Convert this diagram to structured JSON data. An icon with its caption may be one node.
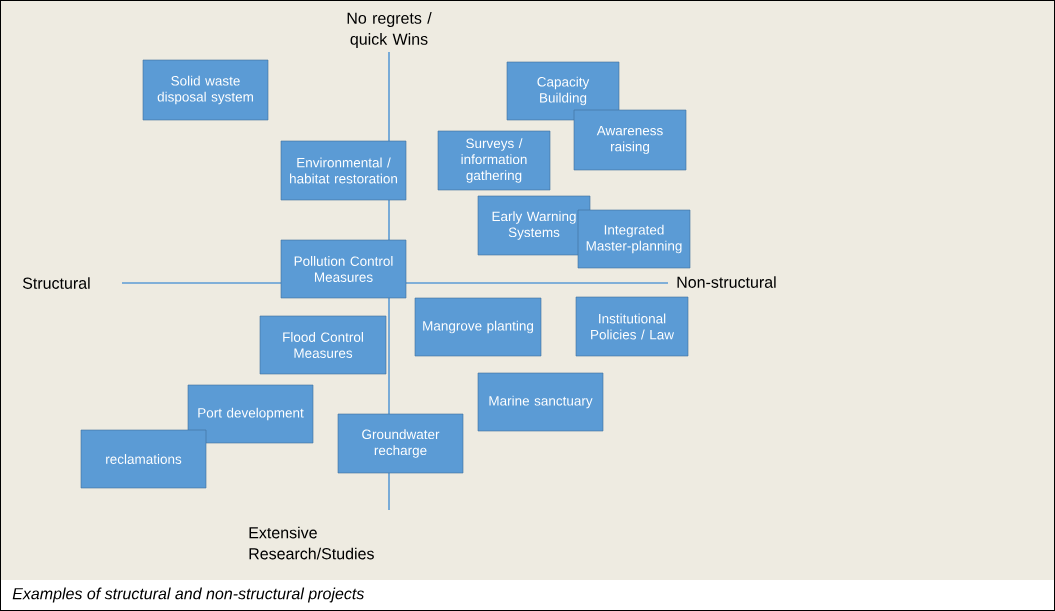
{
  "diagram": {
    "caption": "Examples of structural and non-structural projects",
    "nodes": [
      {
        "text": [
          "Solid waste disposal system"
        ]
      },
      {
        "text": [
          "Capacity Building"
        ]
      },
      {
        "text": [
          "Awareness raising"
        ]
      },
      {
        "text": [
          "Environmental / habitat restoration"
        ]
      },
      {
        "text": [
          "Surveys / information gathering"
        ]
      },
      {
        "text": [
          "Early Warning Systems"
        ]
      },
      {
        "text": [
          "Integrated Master-planning"
        ]
      },
      {
        "text": [
          "Pollution Control Measures"
        ]
      },
      {
        "text": [
          "Mangrove planting"
        ]
      },
      {
        "text": [
          "Institutional Policies / Law"
        ]
      },
      {
        "text": [
          "Flood Control Measures"
        ]
      },
      {
        "text": [
          "Marine sanctuary"
        ]
      },
      {
        "text": [
          "Port development"
        ]
      },
      {
        "text": [
          "Groundwater recharge"
        ]
      },
      {
        "text": [
          "reclamations"
        ]
      }
    ],
    "labels": [
      "No regrets / quick Wins",
      "Structural",
      "Non-structural",
      "Extensive Research/Studies"
    ]
  }
}
